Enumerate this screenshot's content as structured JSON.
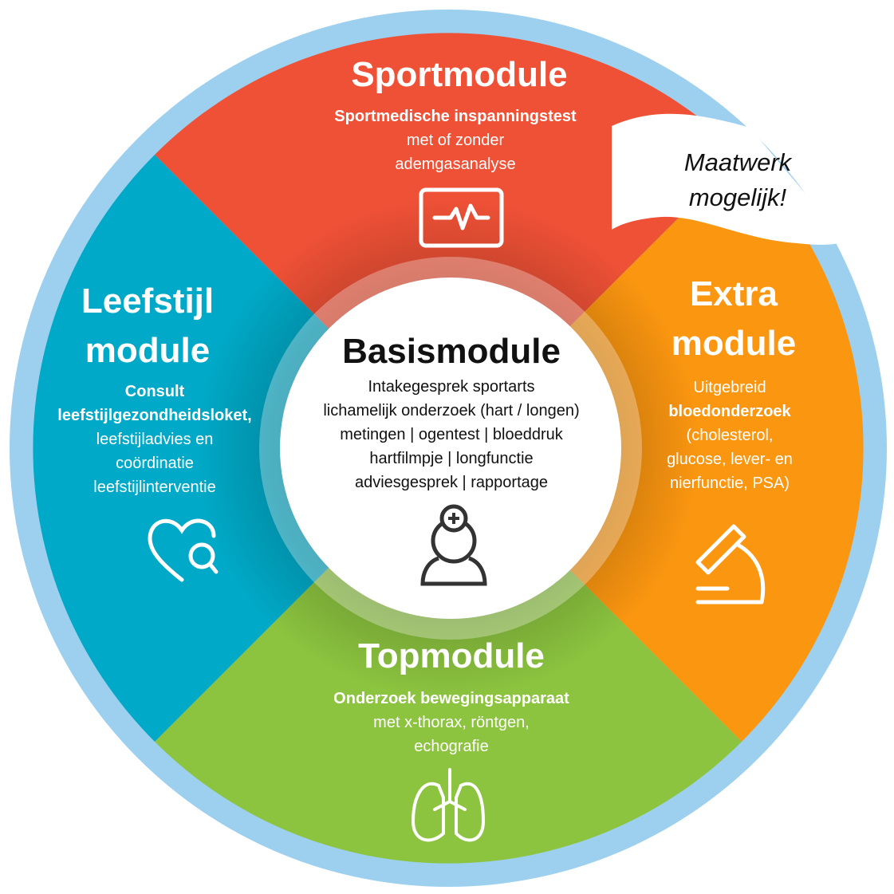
{
  "colors": {
    "ring": "#9DD0EE",
    "sport": "#EF5136",
    "extra": "#FB9610",
    "top": "#8CC43F",
    "leefstijl": "#00A9C7"
  },
  "sport": {
    "title": "Sportmodule",
    "line1": "Sportmedische inspanningstest",
    "line2": "met of zonder",
    "line3": "ademgasanalyse",
    "icon": "heart-monitor-icon"
  },
  "flag": {
    "line1": "Maatwerk",
    "line2": "mogelijk!"
  },
  "leefstijl": {
    "title1": "Leefstijl",
    "title2": "module",
    "line1": "Consult",
    "line2": "leefstijlgezondheidsloket,",
    "line3": "leefstijladvies en",
    "line4": "coördinatie",
    "line5": "leefstijlinterventie",
    "icon": "heart-search-icon"
  },
  "extra": {
    "title1": "Extra",
    "title2": "module",
    "line1": "Uitgebreid",
    "line2": "bloedonderzoek",
    "line3": "(cholesterol,",
    "line4": "glucose, lever- en",
    "line5": "nierfunctie, PSA)",
    "icon": "microscope-icon"
  },
  "basis": {
    "title": "Basismodule",
    "lines": [
      "Intakegesprek sportarts",
      "lichamelijk onderzoek (hart / longen)",
      "metingen | ogentest | bloeddruk",
      "hartfilmpje | longfunctie",
      "adviesgesprek | rapportage"
    ],
    "icon": "doctor-icon"
  },
  "topmodule": {
    "title": "Topmodule",
    "line1": "Onderzoek bewegingsapparaat",
    "line2": "met x-thorax, röntgen,",
    "line3": "echografie",
    "icon": "lungs-icon"
  }
}
